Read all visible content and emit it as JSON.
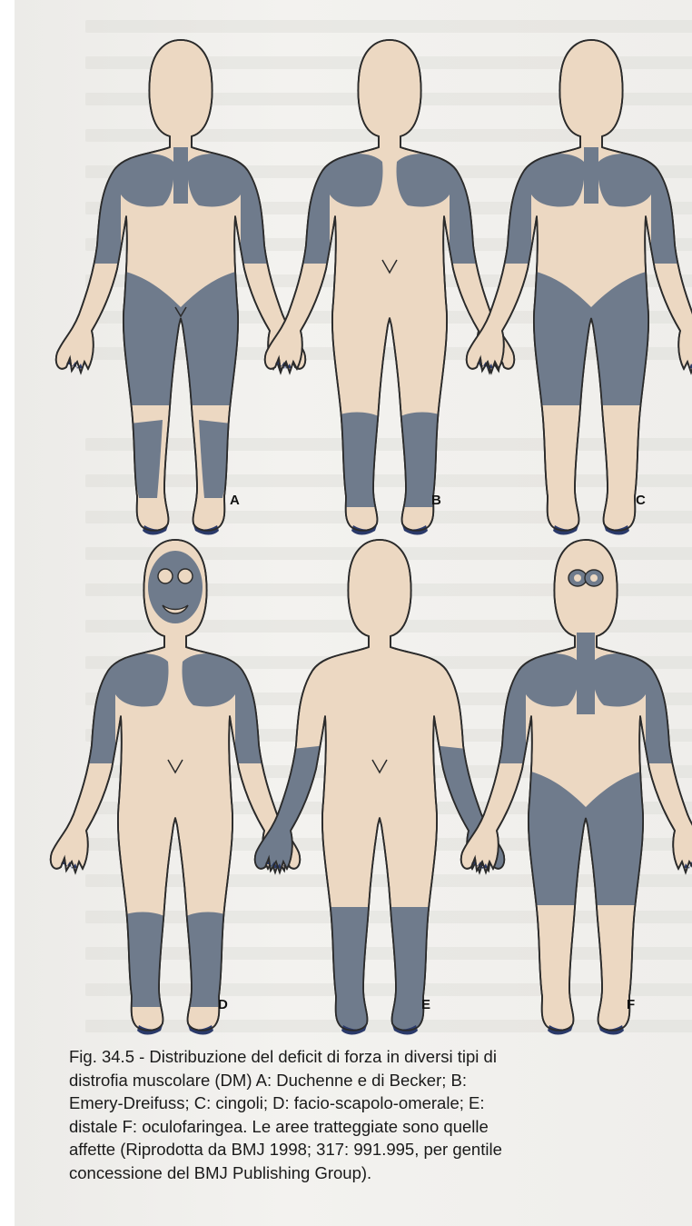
{
  "figures": [
    {
      "label": "A",
      "affected": [
        "shoulders",
        "upper-arms",
        "pelvis",
        "thighs",
        "calves"
      ]
    },
    {
      "label": "B",
      "affected": [
        "shoulders",
        "upper-arms",
        "lower-legs"
      ]
    },
    {
      "label": "C",
      "affected": [
        "shoulders",
        "upper-arms",
        "pelvis",
        "thighs"
      ]
    },
    {
      "label": "D",
      "affected": [
        "face",
        "shoulders",
        "upper-arms",
        "lower-legs"
      ]
    },
    {
      "label": "E",
      "affected": [
        "forearms",
        "hands",
        "lower-legs",
        "feet"
      ]
    },
    {
      "label": "F",
      "affected": [
        "eyes",
        "neck",
        "shoulders",
        "upper-arms",
        "pelvis",
        "thighs"
      ]
    }
  ],
  "caption": {
    "lines": [
      "Fig. 34.5 - Distribuzione del deficit di forza in diversi tipi di",
      "distrofia muscolare (DM)  A: Duchenne e di Becker; B:",
      "Emery-Dreifuss; C: cingoli; D: facio-scapolo-omerale; E:",
      "distale F: oculofaringea. Le aree tratteggiate sono quelle",
      "affette (Riprodotta  da BMJ 1998; 317: 991.995, per gentile",
      "concessione del BMJ Publishing Group)."
    ]
  },
  "colors": {
    "skin": "#ecd8c2",
    "affected": "#6f7b8c",
    "outline": "#2b2b2b"
  }
}
